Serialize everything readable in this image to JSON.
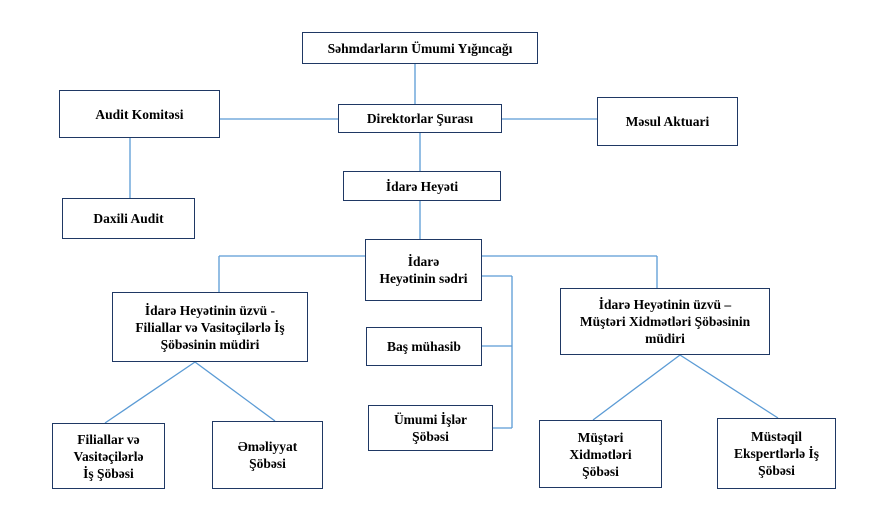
{
  "colors": {
    "connector": "#5b9bd5",
    "border": "#1f3864",
    "text": "#000000",
    "background": "#ffffff"
  },
  "nodes": {
    "shareholders": "Səhmdarların Ümumi Yığıncağı",
    "board_of_directors": "Direktorlar Şurası",
    "audit_committee": "Audit Komitəsi",
    "responsible_actuary": "Məsul Aktuari",
    "internal_audit": "Daxili Audit",
    "management_board": "İdarə Heyəti",
    "board_chairman": "İdarə\nHeyətinin sədri",
    "member_branches": "İdarə Heyətinin üzvü -\nFiliallar və Vasitəçilərlə İş\nŞöbəsinin müdiri",
    "member_customer": "İdarə Heyətinin üzvü –\nMüştəri Xidmətləri Şöbəsinin\nmüdiri",
    "chief_accountant": "Baş mühasib",
    "general_affairs": "Ümumi İşlər\nŞöbəsi",
    "branches_department": "Filiallar və\nVasitəçilərlə\nİş Şöbəsi",
    "operations_department": "Əməliyyat\nŞöbəsi",
    "customer_services_department": "Müştəri\nXidmətləri\nŞöbəsi",
    "independent_experts_department": "Müstəqil\nEkspertlərlə İş\nŞöbəsi"
  }
}
